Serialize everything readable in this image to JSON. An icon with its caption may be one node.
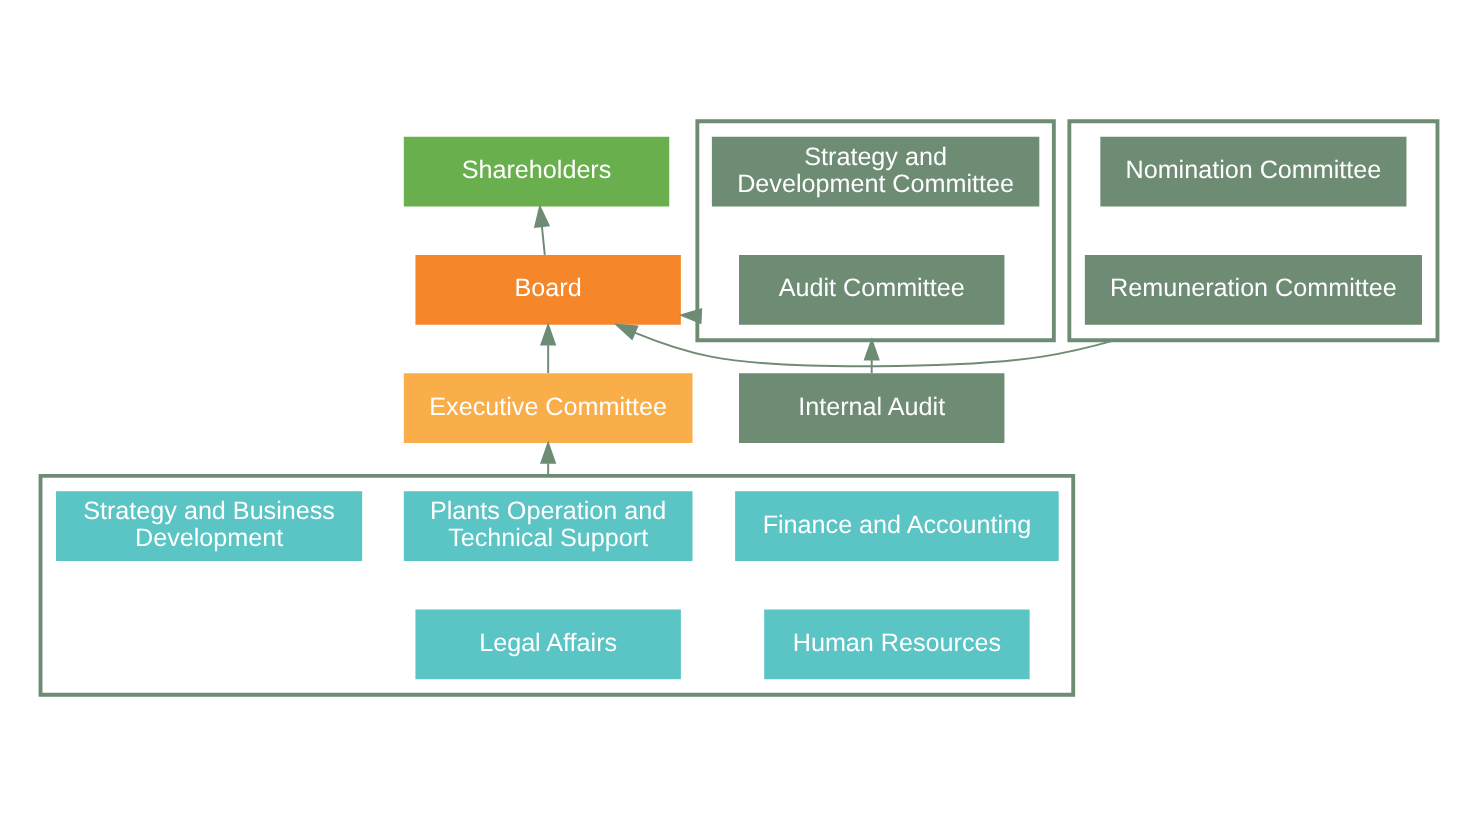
{
  "diagram": {
    "nodes": [
      {
        "text": [
          "Shareholders"
        ]
      },
      {
        "text": [],
        "shape": "box"
      },
      {
        "text": [
          "Strategy and Development Committee"
        ],
        "in": 1
      },
      {
        "text": [
          "Audit Committee"
        ],
        "in": 1
      },
      {
        "text": [
          "Board"
        ]
      },
      {
        "text": [],
        "shape": "box"
      },
      {
        "text": [
          "Nomination Committee"
        ],
        "in": 5
      },
      {
        "text": [
          "Remuneration Committee"
        ],
        "in": 5
      },
      {
        "text": [
          "Internal Audit"
        ]
      },
      {
        "text": [
          "Executive Committee"
        ]
      },
      {
        "text": [],
        "shape": "box"
      },
      {
        "text": [
          "Strategy and Business Development"
        ],
        "in": 10
      },
      {
        "text": [
          "Plants Operation and Technical Support"
        ],
        "in": 10
      },
      {
        "text": [
          "Finance and Accounting"
        ],
        "in": 10
      },
      {
        "text": [
          "Legal Affairs"
        ],
        "in": 10
      },
      {
        "text": [
          "Human Resources"
        ],
        "in": 10
      }
    ],
    "edges": [
      {
        "from": 4,
        "to": 0,
        "arrow": "to"
      },
      {
        "from": 1,
        "to": 4,
        "arrow": "to"
      },
      {
        "from": 5,
        "to": 4,
        "arrow": "to"
      },
      {
        "from": 8,
        "to": 1,
        "arrow": "to"
      },
      {
        "from": 9,
        "to": 4,
        "arrow": "to"
      },
      {
        "from": 10,
        "to": 9,
        "arrow": "to"
      }
    ]
  }
}
